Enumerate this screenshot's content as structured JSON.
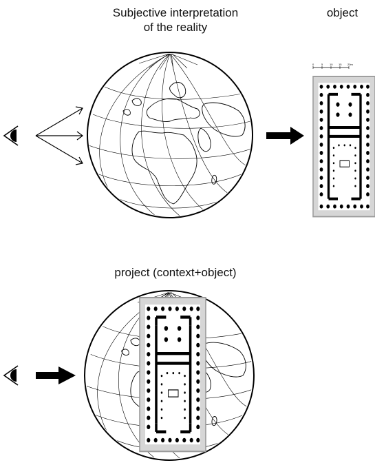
{
  "labels": {
    "top_title": "Subjective interpretation\nof the reality",
    "object_title": "object",
    "project_title": "project (context+object)"
  },
  "scale_bar": {
    "ticks": [
      "0",
      "5",
      "10",
      "15",
      "20m"
    ]
  },
  "icons": {
    "eye": "eye-icon",
    "globe": "globe-icon",
    "arrow": "arrow-icon",
    "floor_plan": "temple-floor-plan-icon"
  },
  "colors": {
    "line": "#000000",
    "plan_background": "#d6d6d6",
    "background": "#ffffff"
  }
}
